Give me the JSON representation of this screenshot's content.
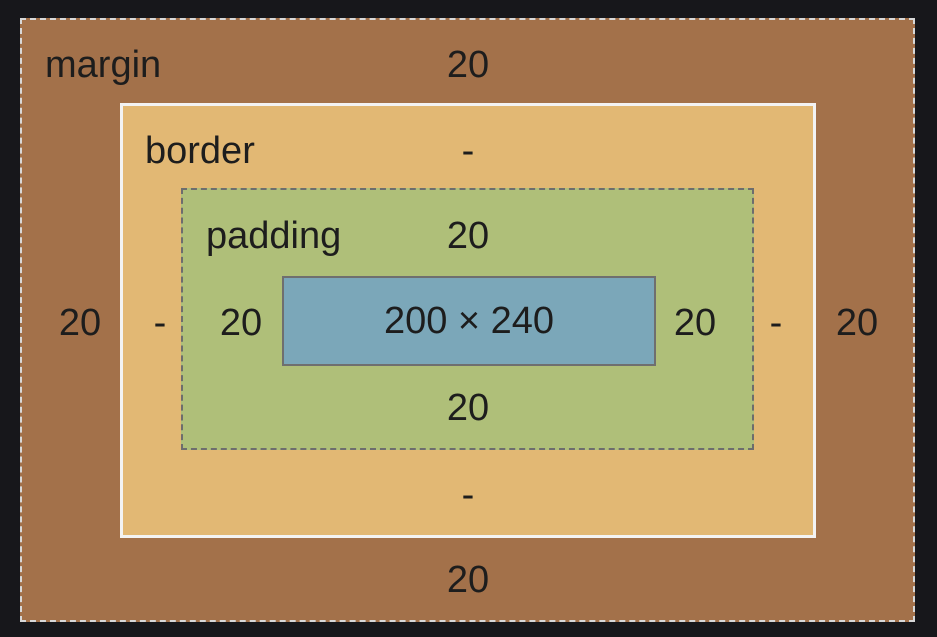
{
  "labels": {
    "margin": "margin",
    "border": "border",
    "padding": "padding"
  },
  "values": {
    "margin_top": "20",
    "margin_bottom": "20",
    "margin_left": "20",
    "margin_right": "20",
    "border_top": "-",
    "border_bottom": "-",
    "border_left": "-",
    "border_right": "-",
    "padding_top": "20",
    "padding_bottom": "20",
    "padding_left": "20",
    "padding_right": "20",
    "content_size": "200 × 240"
  },
  "colors": {
    "background": "#17171b",
    "margin": "#a3714a",
    "border": "#e2b874",
    "padding": "#afbf79",
    "content": "#7ba7b9"
  }
}
